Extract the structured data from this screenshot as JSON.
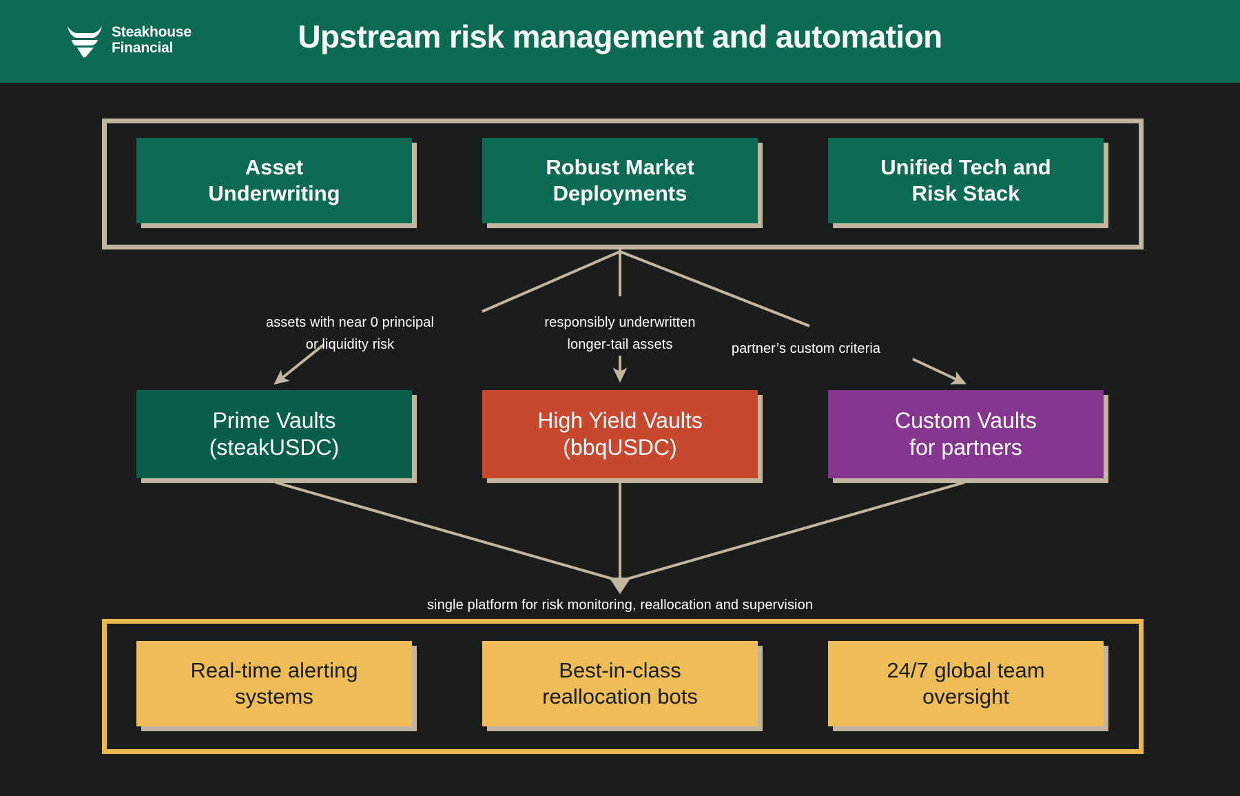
{
  "header": {
    "brand_line1": "Steakhouse",
    "brand_line2": "Financial",
    "brand_full": "Steakhouse\nFinancial",
    "title": "Upstream risk management and automation",
    "background_color": "#0c6a55",
    "logo_icon": "steakhouse-bull-logo-icon"
  },
  "canvas": {
    "background_color": "#1a1d1c",
    "connector_color": "#c3b6a0"
  },
  "layers": {
    "top": {
      "frame_color": "#c3b6a0",
      "nodes": [
        {
          "label": "Asset\nUnderwriting",
          "color": "#0c6a55"
        },
        {
          "label": "Robust Market\nDeployments",
          "color": "#0c6a55"
        },
        {
          "label": "Unified Tech and\nRisk Stack",
          "color": "#0c6a55"
        }
      ]
    },
    "middle": {
      "nodes": [
        {
          "label": "Prime Vaults\n(steakUSDC)",
          "color": "#0a5e4c"
        },
        {
          "label": "High Yield Vaults\n(bbqUSDC)",
          "color": "#c8482f"
        },
        {
          "label": "Custom Vaults\nfor partners",
          "color": "#85368f"
        }
      ]
    },
    "bottom": {
      "frame_color": "#eab94e",
      "nodes": [
        {
          "label": "Real-time alerting\nsystems",
          "color": "#eebd58"
        },
        {
          "label": "Best-in-class\nreallocation bots",
          "color": "#eebd58"
        },
        {
          "label": "24/7 global team\noversight",
          "color": "#eebd58"
        }
      ]
    }
  },
  "edge_labels": {
    "to_prime": "assets with near 0 principal\nor liquidity risk",
    "to_high_yield": "responsibly underwritten\nlonger-tail assets",
    "to_custom": "partner’s custom criteria",
    "to_platform": "single platform for risk monitoring, reallocation and supervision"
  }
}
